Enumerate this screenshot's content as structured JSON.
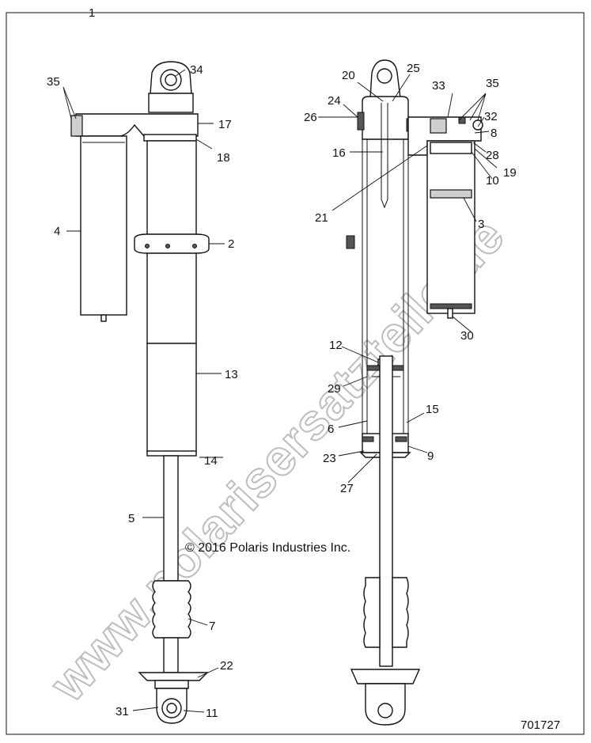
{
  "drawing": {
    "assembly_number": "1",
    "figure_number": "701727",
    "copyright": "© 2016 Polaris Industries Inc.",
    "watermark": "www.polarisersatzteile.de"
  },
  "callouts": {
    "c1": "1",
    "c2": "2",
    "c3": "3",
    "c4": "4",
    "c5": "5",
    "c6": "6",
    "c7": "7",
    "c8": "8",
    "c9": "9",
    "c10": "10",
    "c11": "11",
    "c12": "12",
    "c13": "13",
    "c14": "14",
    "c15": "15",
    "c16": "16",
    "c17": "17",
    "c18": "18",
    "c19": "19",
    "c20": "20",
    "c21": "21",
    "c22": "22",
    "c23": "23",
    "c24": "24",
    "c25": "25",
    "c26": "26",
    "c27": "27",
    "c28": "28",
    "c29": "29",
    "c30": "30",
    "c31": "31",
    "c32": "32",
    "c33": "33",
    "c34": "34",
    "c35a": "35",
    "c35b": "35"
  }
}
